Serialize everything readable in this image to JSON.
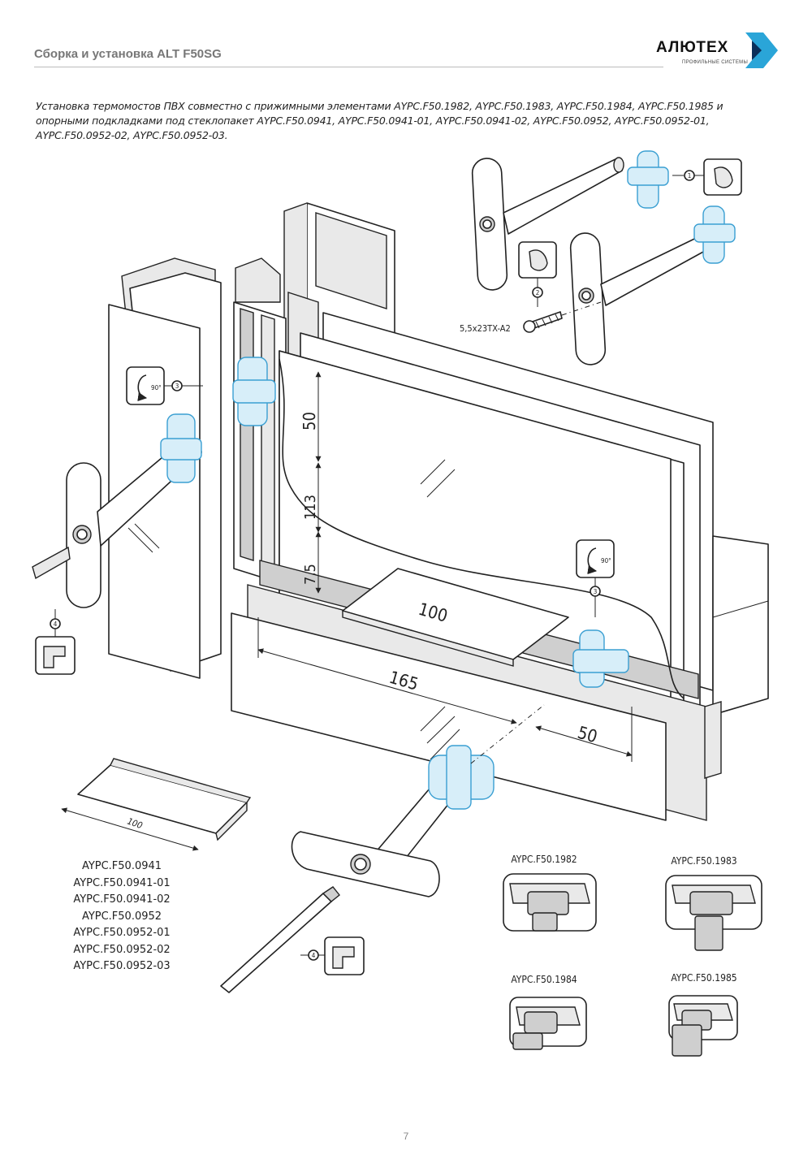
{
  "header": {
    "title": "Сборка и установка ALT F50SG",
    "logo_text": "АЛЮТЕХ",
    "logo_subtitle": "ПРОФИЛЬНЫЕ СИСТЕМЫ",
    "logo_accent_color": "#2aa5d8"
  },
  "intro_lines": [
    "Установка термомостов ПВХ совместно с прижимными элементами AYPC.F50.1982, AYPC.F50.1983, AYPC.F50.1984, AYPC.F50.1985 и",
    "опорными подкладками под стеклопакет AYPC.F50.0941, AYPC.F50.0941-01, AYPC.F50.0941-02, AYPC.F50.0952, AYPC.F50.0952-01,",
    "AYPC.F50.0952-02, AYPC.F50.0952-03."
  ],
  "drawing": {
    "screw_label": "5,5x23TX-A2",
    "rotation_label": "90°",
    "step_numbers": [
      "1",
      "2",
      "3",
      "4"
    ],
    "dimensions": {
      "d_50_vertical": "50",
      "d_113": "113",
      "d_75": "7,5",
      "d_100_plate": "100",
      "d_165": "165",
      "d_50_horizontal": "50",
      "d_100_pad": "100"
    },
    "highlight_color": "#7ec3e6"
  },
  "spacer_parts": [
    "AYPC.F50.0941",
    "AYPC.F50.0941-01",
    "AYPC.F50.0941-02",
    "AYPC.F50.0952",
    "AYPC.F50.0952-01",
    "AYPC.F50.0952-02",
    "AYPC.F50.0952-03"
  ],
  "clip_parts": [
    "AYPC.F50.1982",
    "AYPC.F50.1983",
    "AYPC.F50.1984",
    "AYPC.F50.1985"
  ],
  "page_number": "7"
}
